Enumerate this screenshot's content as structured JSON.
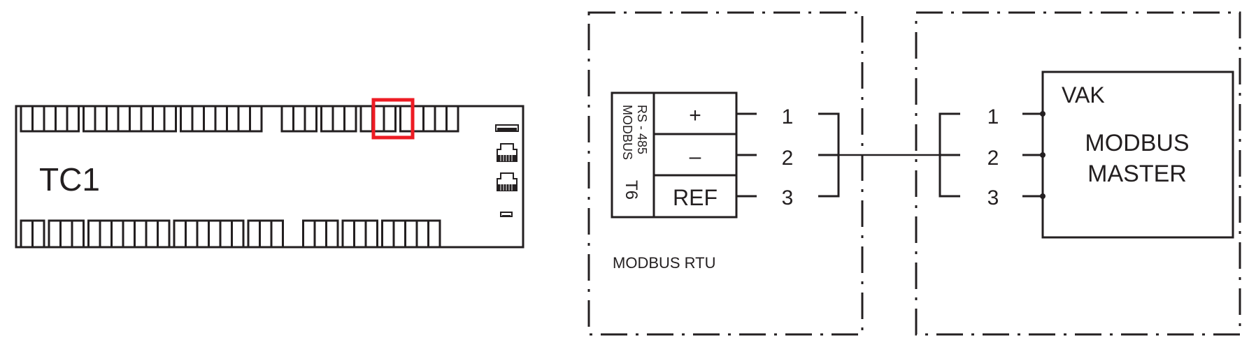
{
  "controller": {
    "label": "TC1",
    "highlight_color": "#ed1c24",
    "top_terminal_groups": [
      5,
      8,
      7,
      3,
      3,
      3,
      5
    ],
    "bottom_terminal_groups": [
      2,
      3,
      7,
      6,
      3,
      3,
      3,
      5
    ],
    "highlighted_group": "top-6",
    "side_ports": [
      "usb-port",
      "rj45-port",
      "rj45-port",
      "micro-usb-port"
    ]
  },
  "modbus_rtu_box": {
    "caption": "MODBUS RTU",
    "connector_label_line1": "RS - 485",
    "connector_label_line2": "MODBUS",
    "connector_id": "T6",
    "terminals": [
      {
        "label": "+",
        "pin": "1"
      },
      {
        "label": "–",
        "pin": "2"
      },
      {
        "label": "REF",
        "pin": "3"
      }
    ]
  },
  "master_box": {
    "device_label": "VAK",
    "title_line1": "MODBUS",
    "title_line2": "MASTER",
    "pins": [
      "1",
      "2",
      "3"
    ]
  },
  "colors": {
    "line": "#231f20",
    "highlight": "#ed1c24",
    "background": "#ffffff"
  }
}
